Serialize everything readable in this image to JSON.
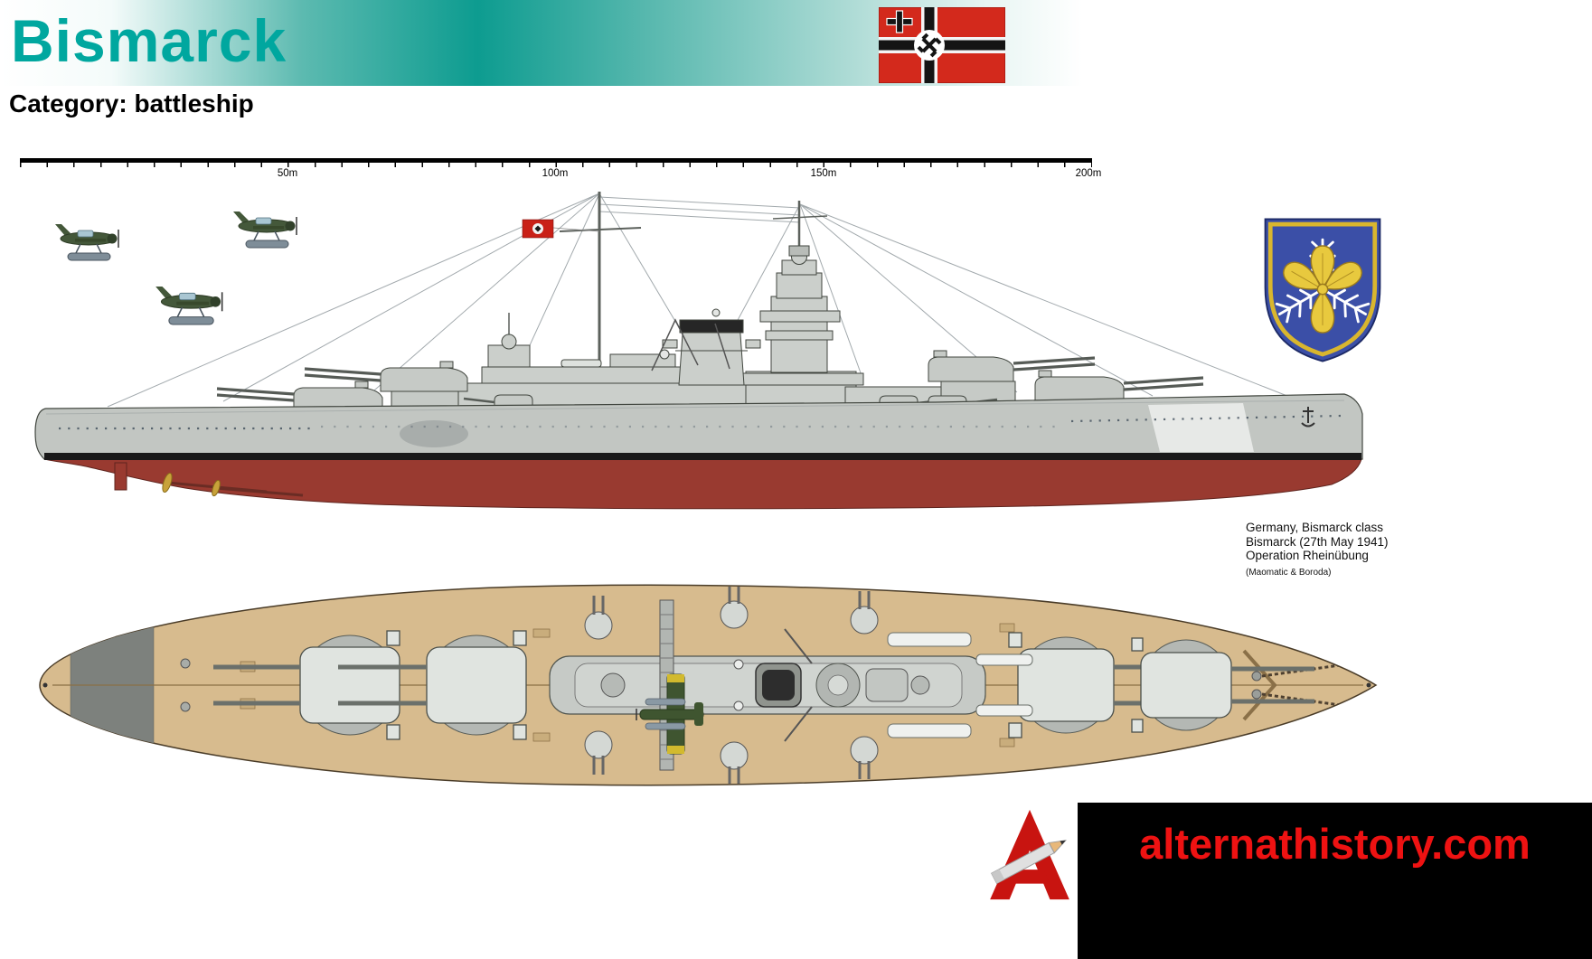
{
  "header": {
    "title": "Bismarck",
    "category": "Category: battleship",
    "accent_color": "#00a79f",
    "gradient_teal": "#0d9c90"
  },
  "icons": {
    "flag": "german-war-ensign",
    "masthead_flag": "war-ensign-masthead",
    "crest": "bismarck-coat-of-arms-shield",
    "seaplane": "arado-floatplane",
    "logo": "alternathistory-logo"
  },
  "scale_bar": {
    "labels": [
      "50m",
      "100m",
      "150m",
      "200m"
    ]
  },
  "diagram": {
    "views": [
      "side profile",
      "top plan"
    ],
    "hull_gray": "#c2c6c2",
    "hull_red": "#993a30",
    "boot_stripe": "#191919",
    "deck_tan": "#d7bb8e",
    "crest_blue": "#3b4fa7",
    "crest_gold": "#e8c93e",
    "flag_red": "#d3291c"
  },
  "info": {
    "lines": [
      "Germany, Bismarck class",
      "Bismarck (27th May 1941)",
      "Operation Rheinübung",
      "(Maomatic & Boroda)"
    ]
  },
  "footer": {
    "site": "alternathistory.com",
    "text_color": "#ee1212",
    "bg_color": "#000000"
  }
}
